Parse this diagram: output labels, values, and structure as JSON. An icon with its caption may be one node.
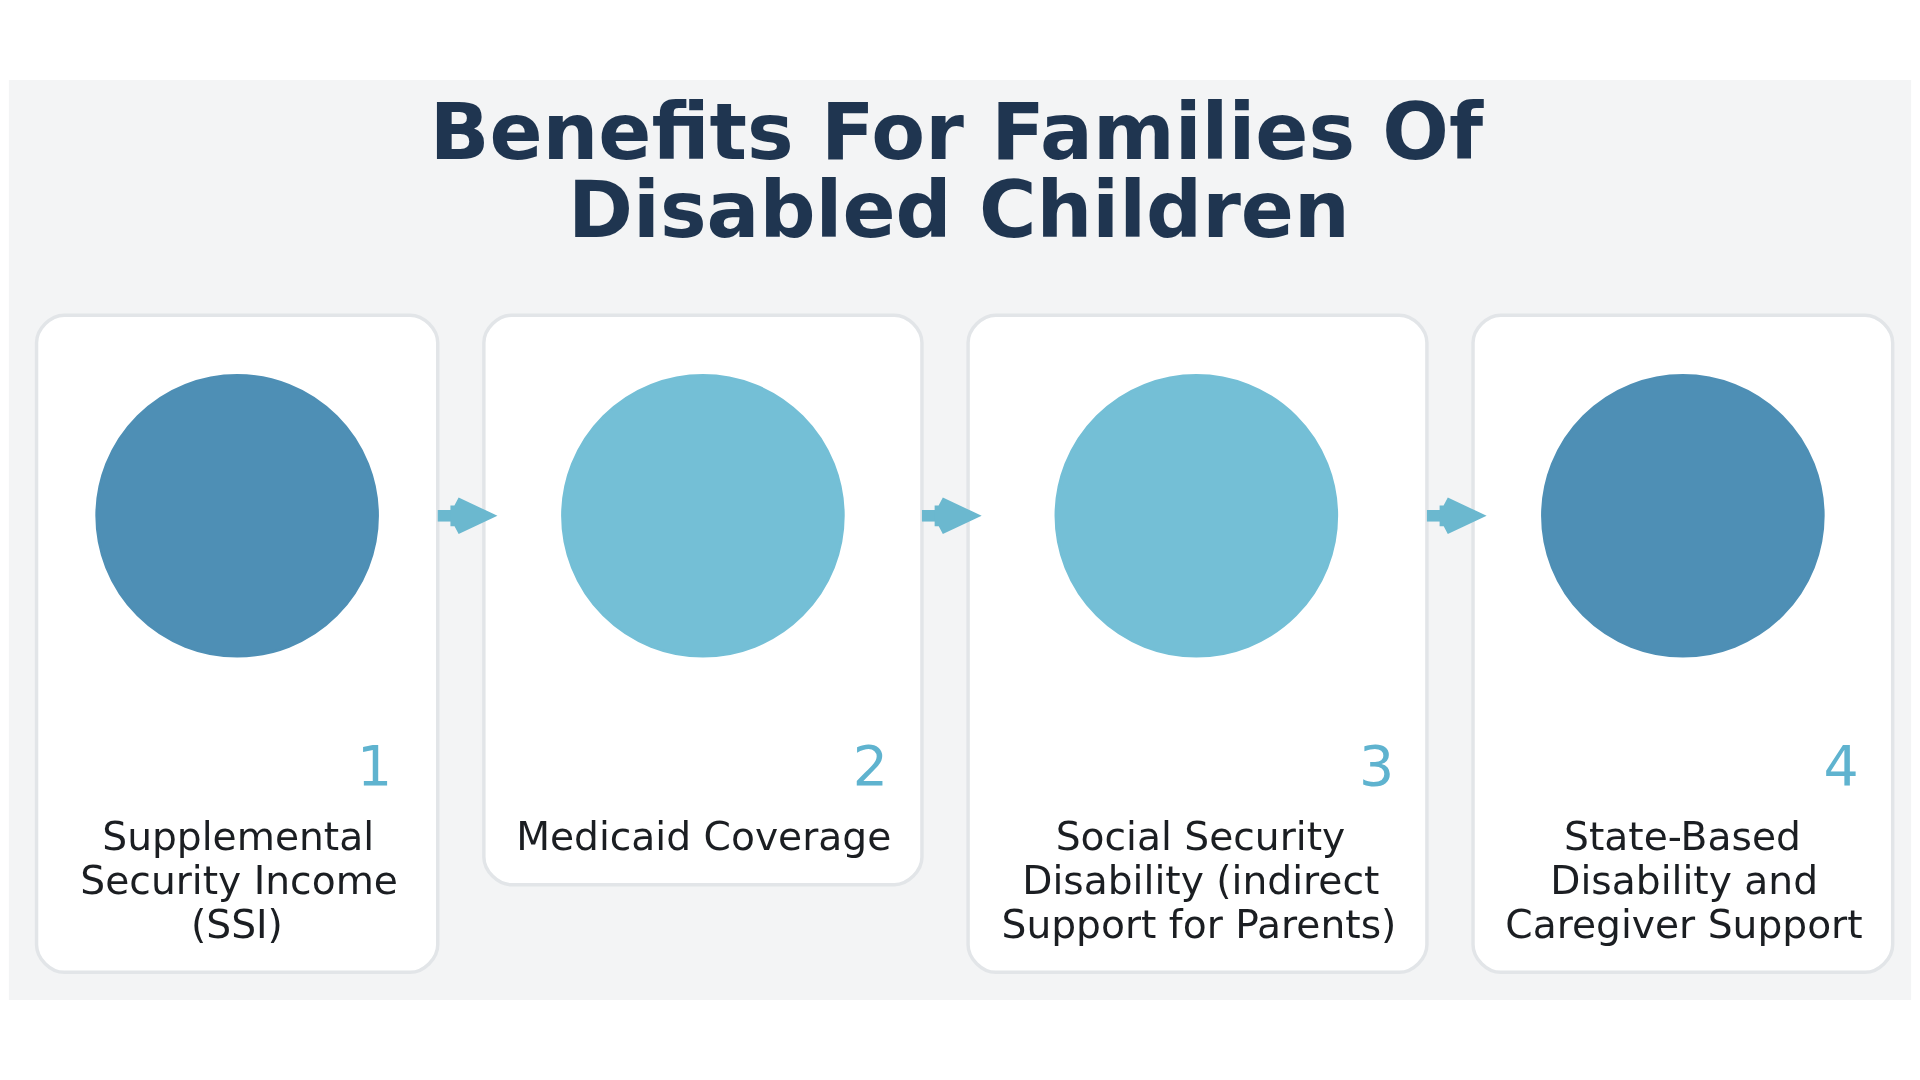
{
  "diagram": {
    "title": "Benefits For Families Of Disabled Children",
    "nodes": [
      {
        "text": [
          "1",
          "Supplemental Security Income (SSI)"
        ]
      },
      {
        "text": [],
        "shape": "circle",
        "in": 0
      },
      {
        "text": [
          "2",
          "Medicaid Coverage"
        ]
      },
      {
        "text": [],
        "shape": "circle",
        "in": 2
      },
      {
        "text": [
          "3",
          "Social Security Disability (indirect Support for Parents)"
        ]
      },
      {
        "text": [],
        "shape": "circle",
        "in": 4
      },
      {
        "text": [
          "4",
          "State-Based Disability and Caregiver Support"
        ]
      },
      {
        "text": [],
        "shape": "circle",
        "in": 6
      }
    ],
    "edges": [
      {
        "from": 0,
        "to": 2,
        "arrow": "to"
      },
      {
        "from": 2,
        "to": 4,
        "arrow": "to"
      },
      {
        "from": 4,
        "to": 6,
        "arrow": "to"
      }
    ]
  }
}
